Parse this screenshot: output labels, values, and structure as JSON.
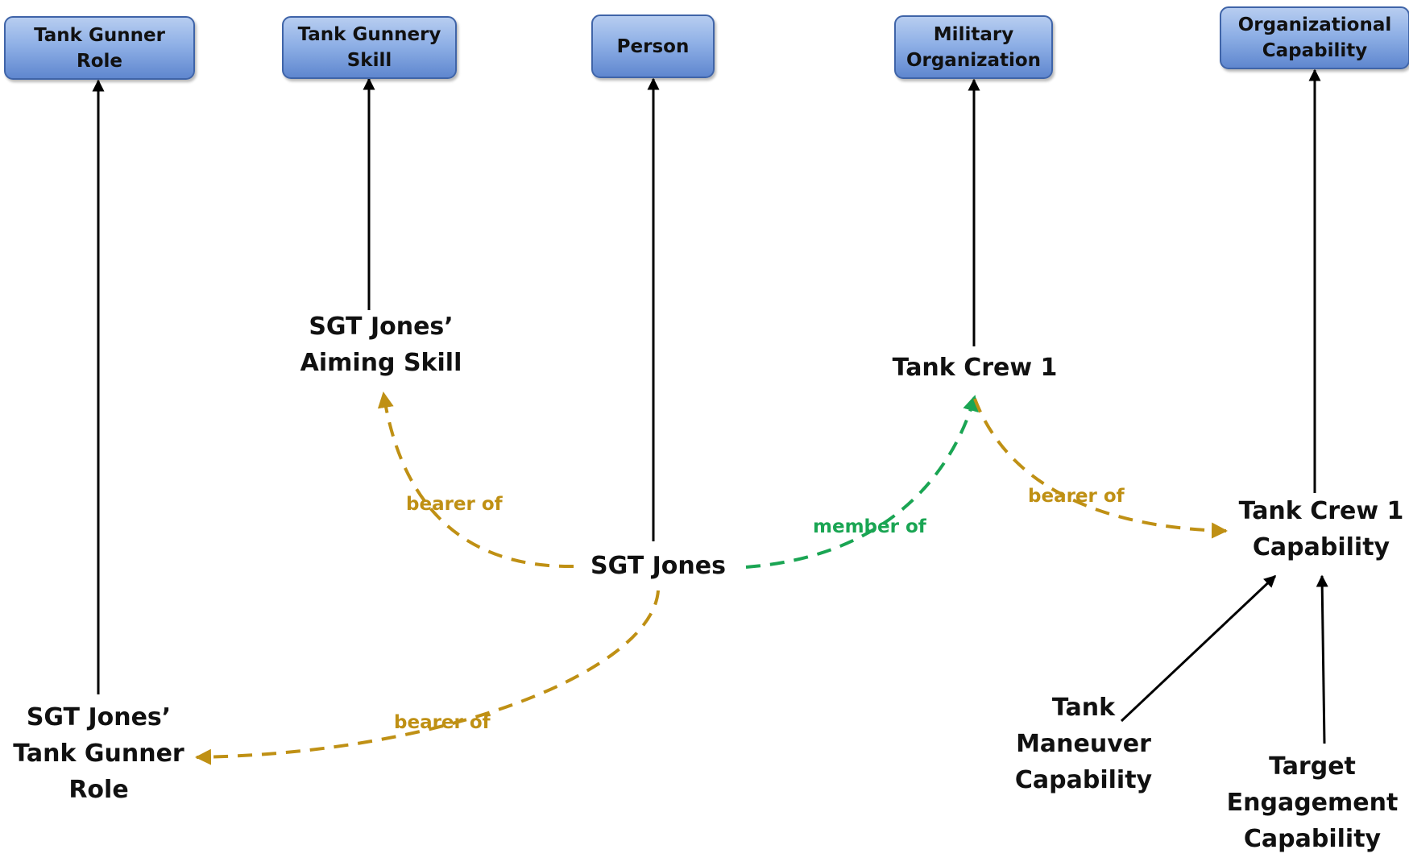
{
  "class_nodes": {
    "tank_gunner_role": "Tank Gunner\nRole",
    "tank_gunnery_skill": "Tank Gunnery\nSkill",
    "person": "Person",
    "military_organization": "Military\nOrganization",
    "organizational_capability": "Organizational\nCapability"
  },
  "instance_nodes": {
    "aiming_skill": "SGT Jones’\nAiming Skill",
    "tank_crew_1": "Tank Crew 1",
    "sgt_jones": "SGT Jones",
    "tank_crew_1_capability": "Tank Crew 1\nCapability",
    "tank_gunner_role_inst": "SGT Jones’\nTank Gunner\nRole",
    "tank_maneuver_capability": "Tank\nManeuver\nCapability",
    "target_engagement_capability": "Target\nEngagement\nCapability"
  },
  "relation_labels": {
    "bearer_of_skill": "bearer of",
    "member_of": "member of",
    "bearer_of_capability": "bearer of",
    "bearer_of_role": "bearer of"
  },
  "colors": {
    "bearer_of": "#bf9014",
    "member_of": "#1aa553",
    "instance_of": "#000000",
    "class_box_fill": "#8fb0e6",
    "class_box_border": "#3f64a8"
  }
}
